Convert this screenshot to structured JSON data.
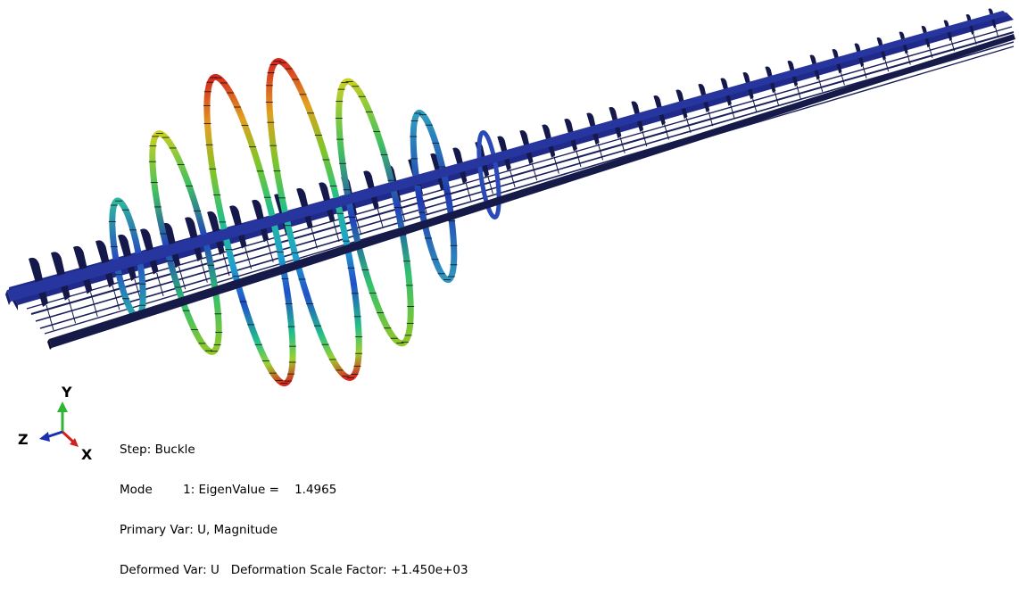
{
  "legend": {
    "step": "Step: Buckle",
    "mode": "Mode        1: EigenValue =    1.4965",
    "primary_var": "Primary Var: U, Magnitude",
    "deformed_var": "Deformed Var: U   Deformation Scale Factor: +1.450e+03"
  },
  "triad": {
    "y_label": "Y",
    "z_label": "Z",
    "x_label": "X",
    "y_color": "#2fb52f",
    "x_color": "#d42020",
    "z_color": "#1a2fb0"
  },
  "colors": {
    "background": "#ffffff",
    "structure_dark": "#1b1e6e",
    "structure_mid": "#23309a",
    "contour_min": "#0d1fa8",
    "contour_max": "#d8281e"
  }
}
